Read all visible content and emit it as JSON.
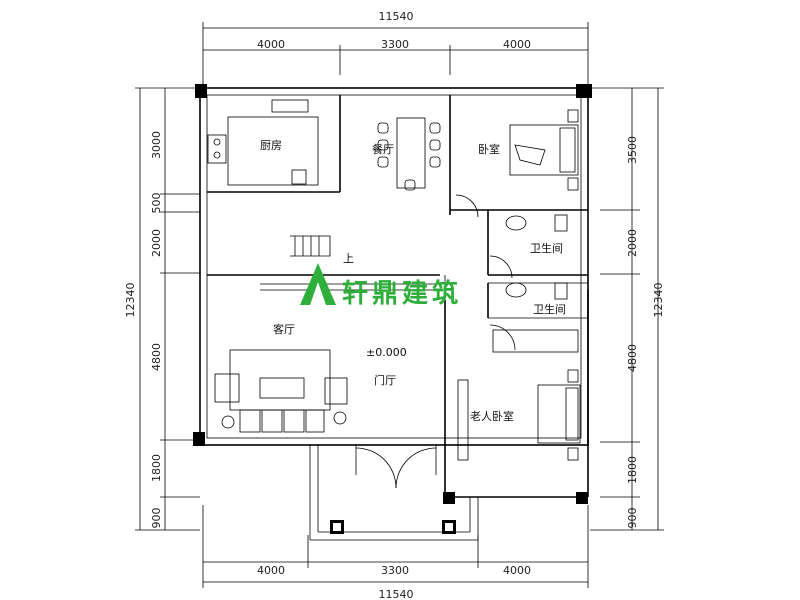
{
  "dimensions": {
    "top_total": "11540",
    "top_segments": [
      "4000",
      "3300",
      "4000"
    ],
    "bottom_total": "11540",
    "bottom_segments": [
      "4000",
      "3300",
      "4000"
    ],
    "left_total": "12340",
    "left_segments": [
      "3000",
      "500",
      "2000",
      "4800",
      "1800",
      "900"
    ],
    "right_total": "12340",
    "right_segments": [
      "3500",
      "2000",
      "4800",
      "1800",
      "900"
    ]
  },
  "rooms": {
    "kitchen": "厨房",
    "dining": "餐厅",
    "bedroom": "卧室",
    "bathroom_1": "卫生间",
    "bathroom_2": "卫生间",
    "living": "客厅",
    "foyer": "门厅",
    "elder_bedroom": "老人卧室",
    "elevation": "±0.000",
    "stair_up": "上"
  },
  "watermark": {
    "text": "轩鼎建筑",
    "color": "#2fae3c"
  }
}
